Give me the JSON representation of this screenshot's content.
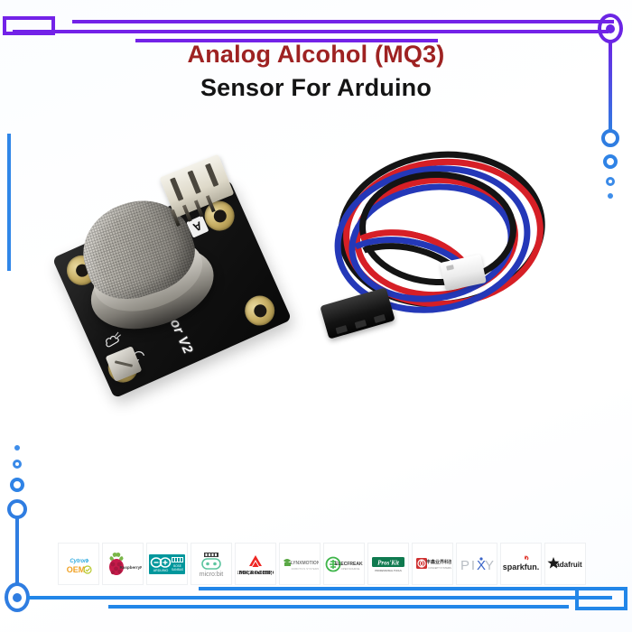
{
  "title": {
    "line1": "Analog Alcohol (MQ3)",
    "line2": "Sensor For Arduino",
    "line1_color": "#9e2222",
    "line2_color": "#141414"
  },
  "product": {
    "board": {
      "silkscreen_text": "Gas Sensor V2",
      "marking_letter": "A",
      "pcb_color": "#111111",
      "pad_color": "#c9b066",
      "mounting_pads": 4,
      "components": [
        "mq3-gas-sensor-can",
        "white-jst-header",
        "blue-trimmer-potentiometer"
      ]
    },
    "cable": {
      "wire_colors": [
        "#d61f26",
        "#2438b8",
        "#141414"
      ],
      "wire_count": 3,
      "connectors": [
        "black-dupont-female-header",
        "white-jst-plug"
      ]
    }
  },
  "decor": {
    "top_accent_color": "#7322e8",
    "bottom_accent_color": "#2286e8",
    "left_accent_color": "#2f86e8",
    "right_accent_color": "#2f7de1"
  },
  "brand_logos": [
    {
      "name": "cytron-oem",
      "label": "Cytron",
      "sub": "OEM",
      "color": "#2aa8df",
      "sub_color": "#f0a021"
    },
    {
      "name": "raspberry-pi",
      "label": "RaspberryPi",
      "sub": "",
      "color": "#c51a4a",
      "sub_color": "#3a3a3a"
    },
    {
      "name": "arduino",
      "label": "ARDUINO",
      "sub": "BOSE",
      "color": "#00979c",
      "sub_color": "#ffffff"
    },
    {
      "name": "micro-bit",
      "label": "micro:bit",
      "sub": "",
      "color": "#7b7b7b",
      "sub_color": "#5ec5a0"
    },
    {
      "name": "microchip",
      "label": "MICROCHIP",
      "sub": "",
      "color": "#ee2724",
      "sub_color": "#2b2b2b"
    },
    {
      "name": "lynxmotion",
      "label": "LYNXMOTION",
      "sub": "",
      "color": "#5aa845",
      "sub_color": "#7a7a7a"
    },
    {
      "name": "elecfreaks",
      "label": "ELECFREAKS",
      "sub": "",
      "color": "#3eb54a",
      "sub_color": "#3a3a3a"
    },
    {
      "name": "proskit",
      "label": "Pros'Kit",
      "sub": "",
      "color": "#0f7a4f",
      "sub_color": "#ffffff"
    },
    {
      "name": "seeed-systems",
      "label": "丰鑫业界科技",
      "sub": "CONCEPT SYSTEMS",
      "color": "#cf3030",
      "sub_color": "#555555"
    },
    {
      "name": "pixy",
      "label": "PIXY",
      "sub": "",
      "color": "#b9bec4",
      "sub_color": "#3a64c8"
    },
    {
      "name": "sparkfun",
      "label": "sparkfun.",
      "sub": "",
      "color": "#212121",
      "sub_color": "#e0352b"
    },
    {
      "name": "adafruit",
      "label": "adafruit",
      "sub": "",
      "color": "#1a1a1a",
      "sub_color": "#1a1a1a"
    }
  ]
}
